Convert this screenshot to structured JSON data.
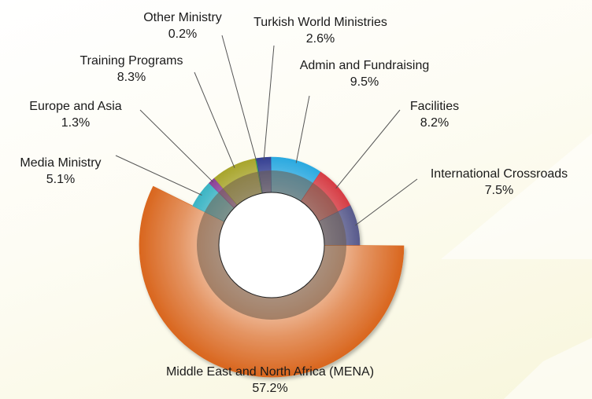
{
  "chart_data": {
    "type": "pie",
    "variant": "exploded-donut",
    "start_category": "Admin and Fundraising",
    "direction": "clockwise",
    "categories": [
      "Admin and Fundraising",
      "Facilities",
      "International Crossroads",
      "Middle East and North Africa (MENA)",
      "Media Ministry",
      "Europe and Asia",
      "Training Programs",
      "Other Ministry",
      "Turkish World Ministries"
    ],
    "values": [
      9.5,
      8.2,
      7.5,
      57.2,
      5.1,
      1.3,
      8.3,
      0.2,
      2.6
    ],
    "value_labels": [
      "9.5%",
      "8.2%",
      "7.5%",
      "57.2%",
      "5.1%",
      "1.3%",
      "8.3%",
      "0.2%",
      "2.6%"
    ],
    "colors": [
      "#2aa9e0",
      "#d63c44",
      "#585a8c",
      "#d9661e",
      "#3bb4c4",
      "#8a3f96",
      "#a8a52c",
      "#2e9a58",
      "#343f92"
    ],
    "title": "",
    "legend": "none"
  }
}
